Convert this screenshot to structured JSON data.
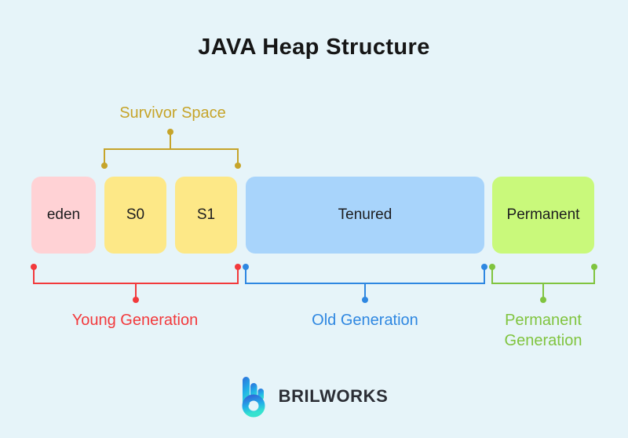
{
  "title": "JAVA Heap Structure",
  "palette": {
    "background": "#e6f4f9",
    "title_text": "#161616",
    "box_text": "#1d1d1f",
    "brand_text": "#2b2e35",
    "logo_gradient_top": "#2f6ddb",
    "logo_gradient_mid": "#21b0e8",
    "logo_gradient_bottom": "#35e2cf"
  },
  "survivor": {
    "label": "Survivor Space",
    "color": "#c6a42a"
  },
  "heap_boxes": [
    {
      "label": "eden",
      "color": "#ffd2d5"
    },
    {
      "label": "S0",
      "color": "#fde887"
    },
    {
      "label": "S1",
      "color": "#fde887"
    },
    {
      "label": "Tenured",
      "color": "#a8d4fb"
    },
    {
      "label": "Permanent",
      "color": "#c9f97b"
    }
  ],
  "generations": [
    {
      "label": "Young Generation",
      "color": "#f2393c"
    },
    {
      "label": "Old Generation",
      "color": "#2e87e1"
    },
    {
      "label": "Permanent Generation",
      "color": "#80c43f",
      "lines": [
        "Permanent",
        "Generation"
      ]
    }
  ],
  "brand": {
    "name": "BRILWORKS"
  }
}
